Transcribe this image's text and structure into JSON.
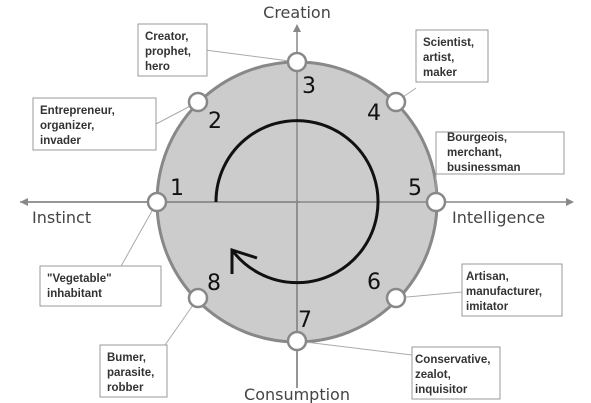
{
  "axes": {
    "top": "Creation",
    "bottom": "Consumption",
    "left": "Instinct",
    "right": "Intelligence"
  },
  "nodes": [
    {
      "number": "1",
      "label": [
        "Instinct"
      ],
      "box": []
    },
    {
      "number": "2",
      "box": [
        "Entrepreneur,",
        "organizer,",
        "invader"
      ]
    },
    {
      "number": "3",
      "box": [
        "Creator,",
        "prophet,",
        "hero"
      ]
    },
    {
      "number": "4",
      "box": [
        "Scientist,",
        "artist,",
        "maker"
      ]
    },
    {
      "number": "5",
      "box": [
        "Bourgeois,",
        "merchant,",
        "businessman"
      ]
    },
    {
      "number": "6",
      "box": [
        "Artisan,",
        "manufacturer,",
        "imitator"
      ]
    },
    {
      "number": "7",
      "box": [
        "Conservative,",
        "zealot,",
        "inquisitor"
      ]
    },
    {
      "number": "8",
      "box": [
        "Bumer,",
        "parasite,",
        "robber"
      ]
    }
  ],
  "node1_box": [
    "\"Vegetable\"",
    "inhabitant"
  ],
  "colors": {
    "circle_fill": "#cccccc",
    "circle_stroke": "#888888",
    "axis": "#888888",
    "box_stroke": "#999999"
  }
}
